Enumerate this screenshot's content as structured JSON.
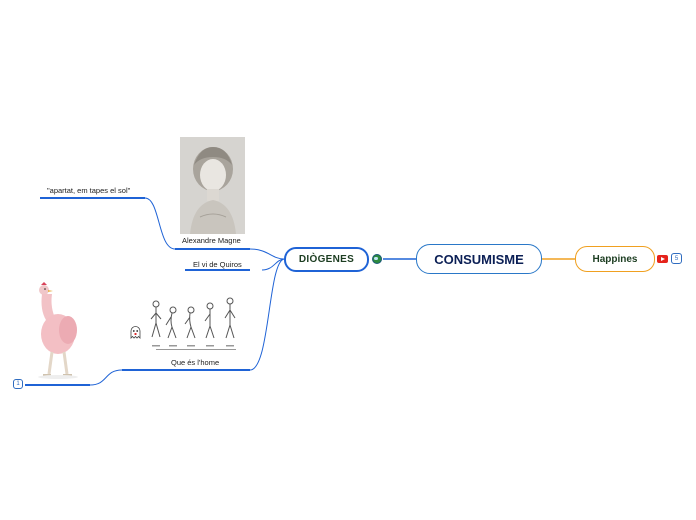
{
  "central": {
    "label": "CONSUMISME"
  },
  "right": {
    "label": "Happines",
    "badge": "5",
    "icon": "youtube-icon"
  },
  "left": {
    "label": "DIÒGENES",
    "icon": "globe-icon",
    "branches": [
      {
        "label": "Alexandre Magne",
        "image": "alexander-bust-image",
        "child": {
          "label": "\"apartat, em tapes el sol\""
        }
      },
      {
        "label": "El vi de Quiros"
      },
      {
        "label": "Que és l'home",
        "image": "evolution-skeletons-image",
        "icon": "ghost-icon",
        "child": {
          "label": "",
          "badge": "1",
          "image": "plucked-chicken-image"
        }
      }
    ]
  },
  "colors": {
    "central_border": "#2a78c8",
    "left_branch": "#1f63d6",
    "right_branch": "#f0a020",
    "underline": "#1f63d6"
  }
}
